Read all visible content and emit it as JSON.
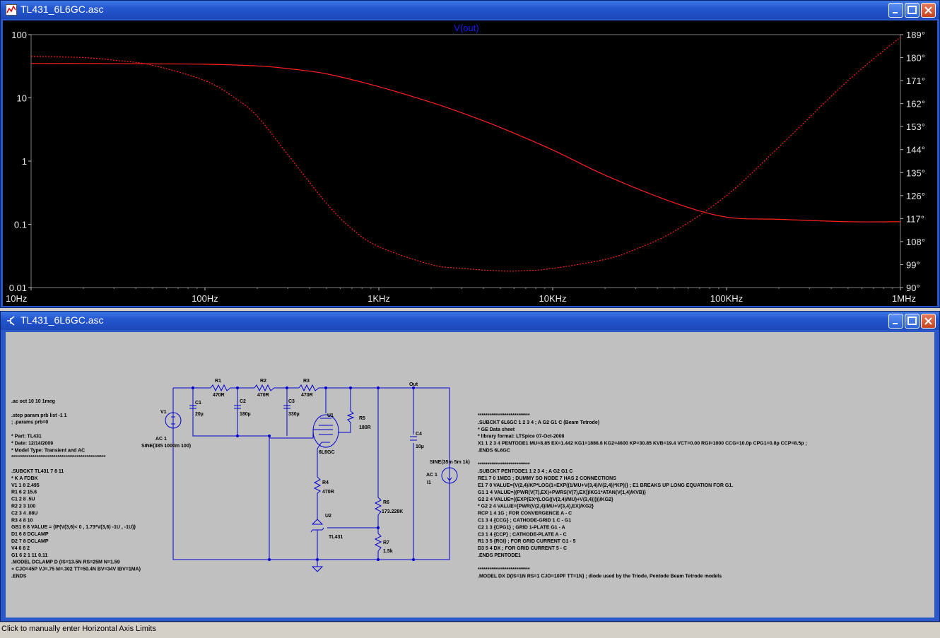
{
  "plot_window": {
    "title": "TL431_6L6GC.asc",
    "trace_label": "V(out)",
    "colors": {
      "background": "#000000",
      "trace": "#ff2020",
      "label": "#0000ff",
      "axis_text": "#e6e6e6"
    }
  },
  "schematic_window": {
    "title": "TL431_6L6GC.asc",
    "colors": {
      "background": "#c0c0c0",
      "wire": "#0000d0",
      "text": "#000000"
    },
    "labels": {
      "r1": "R1",
      "r1v": "470R",
      "r2": "R2",
      "r2v": "470R",
      "r3": "R3",
      "r3v": "470R",
      "c1": "C1",
      "c1v": "20µ",
      "c2": "C2",
      "c2v": "180µ",
      "c3": "C3",
      "c3v": "330µ",
      "u1": "U1",
      "u1v": "6L6GC",
      "r5": "R5",
      "r5v": "180R",
      "r4": "R4",
      "r4v": "470R",
      "u2": "U2",
      "u2v": "TL431",
      "r6": "R6",
      "r6v": "173.228K",
      "r7": "R7",
      "r7v": "1.5k",
      "c4": "C4",
      "c4v": "10µ",
      "out": "Out",
      "v1": "V1",
      "v1a": "AC 1",
      "v1b": "SINE(385 1000m 100)",
      "i1a": "SINE(35m 5m 1k)",
      "i1b": "AC 1",
      "i1c": "I1"
    },
    "left_netlist": [
      ".ac oct 10 10 1meg",
      "",
      ".step param prb list -1 1",
      "; .params prb=0",
      "",
      "* Part: TL431",
      "* Date: 12/14/2009",
      "* Model Type: Transient and AC",
      "*************************************************",
      "",
      ".SUBCKT TL431 7 8 11",
      "*            K A FDBK",
      "V1 1 8 2.495",
      "R1 6 2 15.6",
      "C1 2 8 .5U",
      "R2 2 3 100",
      "C2 3 4 .08U",
      "R3 4 8 10",
      "GB1 6 8 VALUE = {IF(V(3,6)< 0 , 1.73*V(3,6) -1U , -1U)}",
      "D1 6 8 DCLAMP",
      "D2 7 8 DCLAMP",
      "V4 6 8 2",
      "G1 6 2 1 11 0.11",
      ".MODEL DCLAMP D (IS=13.5N RS=25M N=1.59",
      "+ CJO=45P VJ=.75 M=.302 TT=50.4N BV=34V IBV=1MA)",
      ".ENDS"
    ],
    "right_netlist": [
      "***************************",
      ".SUBCKT 6L6GC 1 2 3 4 ; A G2 G1 C (Beam Tetrode)",
      "* GE Data sheet",
      "* library format: LTSpice 07-Oct-2008",
      "X1 1 2 3 4 PENTODE1 MU=8.85 EX=1.442 KG1=1886.6 KG2=4600 KP=30.85 KVB=19.4 VCT=0.00 RGI=1000 CCG=10.0p CPG1=0.8p CCP=8.5p ;",
      ".ENDS     6L6GC",
      "",
      "***************************",
      ".SUBCKT PENTODE1 1 2 3 4 ; A G2 G1 C",
      "RE1  7  0  1MEG    ; DUMMY  SO NODE 7 HAS 2 CONNECTIONS",
      "E1   7  0  VALUE={V(2,4)/KP*LOG(1+EXP((1/MU+V(3,4)/V(2,4))*KP))} ; E1 BREAKS UP LONG EQUATION FOR G1.",
      "G1   1  4  VALUE={(PWR(V(7),EX)+PWRS(V(7),EX))/KG1*ATAN(V(1,4)/KVB)}",
      "G2   2  4  VALUE={(EXP(EX*(LOG((V(2,4)/MU)+V(3,4)))))/KG2}",
      "* G2   2  4  VALUE={PWR(V(2,4)/MU+V(3,4),EX)/KG2}",
      "RCP  1  4  1G      ; FOR CONVERGENCE              A  - C",
      "C1   3  4  {CCG}   ; CATHODE-GRID 1               C  - G1",
      "C2   1  3  {CPG1}  ; GRID 1-PLATE              G1 - A",
      "C3   1  4  {CCP}   ; CATHODE-PLATE              A  - C",
      "R1   3  5  {RGI}   ; FOR GRID CURRENT              G1 - 5",
      "D3   5  4  DX      ; FOR GRID CURRENT              5  - C",
      ".ENDS PENTODE1",
      "",
      "***************************",
      ".MODEL DX D(IS=1N RS=1 CJO=10PF TT=1N) ; diode used by the Triode, Pentode Beam Tetrode models"
    ]
  },
  "status_bar": {
    "text": "Click to manually enter Horizontal Axis Limits"
  },
  "chart_data": {
    "type": "line",
    "title": "V(out)",
    "x_scale": "log",
    "xlim": [
      10,
      1000000
    ],
    "x_ticks": [
      "10Hz",
      "100Hz",
      "1KHz",
      "10KHz",
      "100KHz",
      "1MHz"
    ],
    "y_left_scale": "log",
    "ylim_left": [
      0.01,
      100
    ],
    "y_left_ticks": [
      "100",
      "10",
      "1",
      "0.1",
      "0.01"
    ],
    "ylim_right": [
      90,
      189
    ],
    "y_right_ticks": [
      "189°",
      "180°",
      "171°",
      "162°",
      "153°",
      "144°",
      "135°",
      "126°",
      "117°",
      "108°",
      "99°",
      "90°"
    ],
    "grid": false,
    "series": [
      {
        "style": "solid",
        "axis": "left",
        "x": [
          10,
          20,
          50,
          100,
          200,
          300,
          500,
          1000,
          2000,
          3000,
          5000,
          10000,
          20000,
          50000,
          100000,
          200000,
          500000,
          1000000
        ],
        "values": [
          35,
          35,
          34.5,
          34,
          32,
          29,
          24,
          15,
          8.5,
          5.8,
          3.4,
          1.5,
          0.6,
          0.22,
          0.13,
          0.12,
          0.11,
          0.11
        ]
      },
      {
        "style": "dashed",
        "axis": "right",
        "x": [
          10,
          20,
          30,
          50,
          100,
          150,
          200,
          300,
          500,
          700,
          1000,
          2000,
          3000,
          5000,
          7000,
          10000,
          20000,
          30000,
          50000,
          100000,
          200000,
          500000,
          1000000
        ],
        "values": [
          180.5,
          180,
          179,
          177,
          171,
          164,
          157,
          142,
          123,
          113,
          106,
          99,
          97.5,
          96.5,
          96.6,
          97.5,
          101,
          105,
          112,
          126,
          145,
          171,
          188
        ]
      }
    ]
  }
}
